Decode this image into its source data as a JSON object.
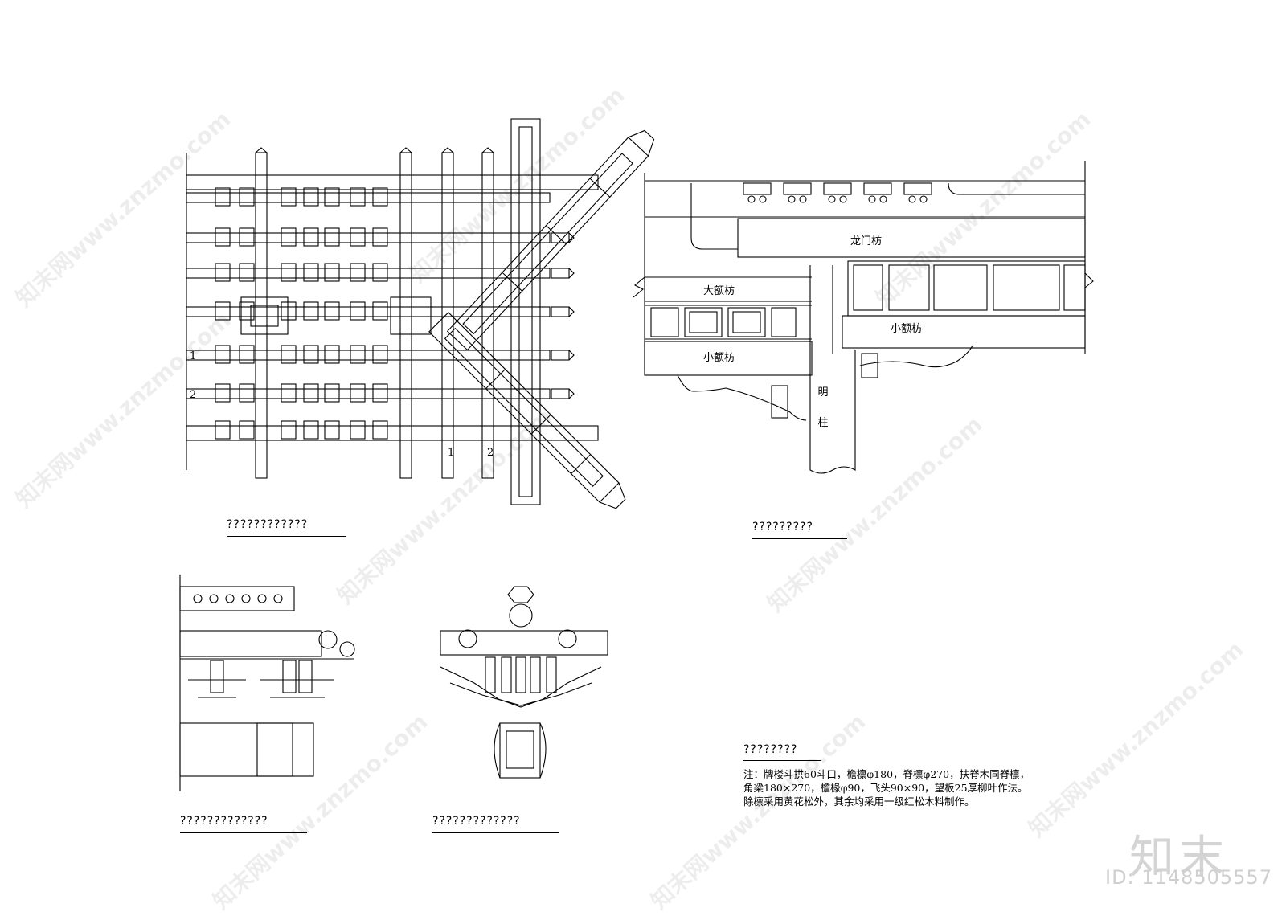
{
  "plan_view": {
    "caption": "????????????",
    "row_marks": [
      "1",
      "2"
    ],
    "col_marks": [
      "1",
      "2"
    ]
  },
  "elevation_view": {
    "caption": "?????????",
    "labels": {
      "longmen": "龙门枋",
      "da_e": "大额枋",
      "xiao_e_left": "小额枋",
      "xiao_e_right": "小额枋",
      "ming_zhu": "明柱"
    }
  },
  "detail_left": {
    "caption": "?????????????"
  },
  "detail_right": {
    "caption": "?????????????"
  },
  "notes": {
    "heading": "????????",
    "text": "注：牌楼斗拱60斗口，檐檩φ180，脊檩φ270，扶脊木同脊檩，角梁180×270，檐椽φ90，飞头90×90，望板25厚柳叶作法。除檩采用黄花松外，其余均采用一级红松木料制作。"
  },
  "branding": {
    "logo_text": "知末",
    "id_text": "ID: 1148505557",
    "watermark": "知末网www.znzmo.com"
  }
}
